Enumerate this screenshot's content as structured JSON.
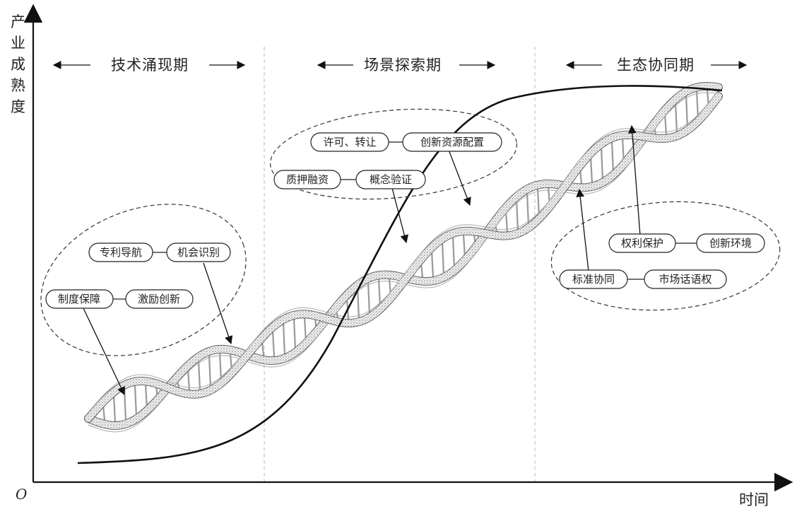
{
  "axes": {
    "y_label_chars": [
      "产",
      "业",
      "成",
      "熟",
      "度"
    ],
    "x_label": "时间",
    "origin": "O"
  },
  "phases": [
    {
      "name": "技术涌现期"
    },
    {
      "name": "场景探索期"
    },
    {
      "name": "生态协同期"
    }
  ],
  "clusters": [
    {
      "rows": [
        {
          "left": "专利导航",
          "right": "机会识别"
        },
        {
          "left": "制度保障",
          "right": "激励创新"
        }
      ]
    },
    {
      "rows": [
        {
          "left": "许可、转让",
          "right": "创新资源配置"
        },
        {
          "left": "质押融资",
          "right": "概念验证"
        }
      ]
    },
    {
      "rows": [
        {
          "left": "权利保护",
          "right": "创新环境"
        },
        {
          "left": "标准协同",
          "right": "市场话语权"
        }
      ]
    }
  ]
}
